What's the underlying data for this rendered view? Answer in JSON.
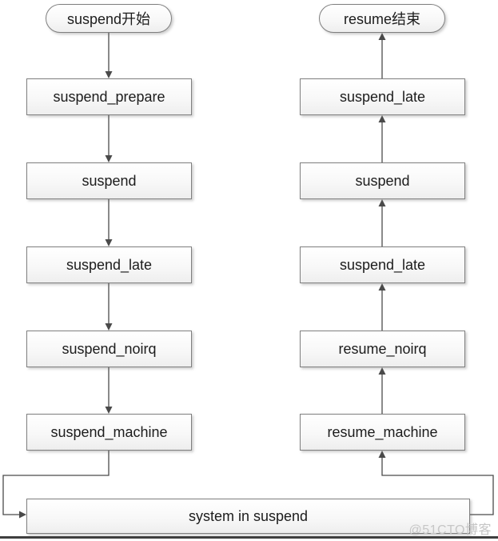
{
  "diagram": {
    "left_column": {
      "start_label": "suspend开始",
      "boxes": [
        "suspend_prepare",
        "suspend",
        "suspend_late",
        "suspend_noirq",
        "suspend_machine"
      ]
    },
    "right_column": {
      "end_label": "resume结束",
      "boxes": [
        "suspend_late",
        "suspend",
        "suspend_late",
        "resume_noirq",
        "resume_machine"
      ]
    },
    "bottom_box": "system in suspend",
    "connections": {
      "left_flow": [
        "suspend开始",
        "suspend_prepare",
        "suspend",
        "suspend_late",
        "suspend_noirq",
        "suspend_machine",
        "system in suspend"
      ],
      "right_flow": [
        "system in suspend",
        "resume_machine",
        "resume_noirq",
        "suspend_late",
        "suspend",
        "suspend_late",
        "resume结束"
      ]
    },
    "colors": {
      "box_border": "#7f7f7f",
      "box_fill_top": "#ffffff",
      "box_fill_bottom": "#eeeeee",
      "arrow": "#4a4a4a",
      "text": "#1c1c1c",
      "bottom_line": "#3f3f3f",
      "watermark": "#c6c6c6"
    }
  },
  "watermark": {
    "text": "@51CTO博客"
  }
}
